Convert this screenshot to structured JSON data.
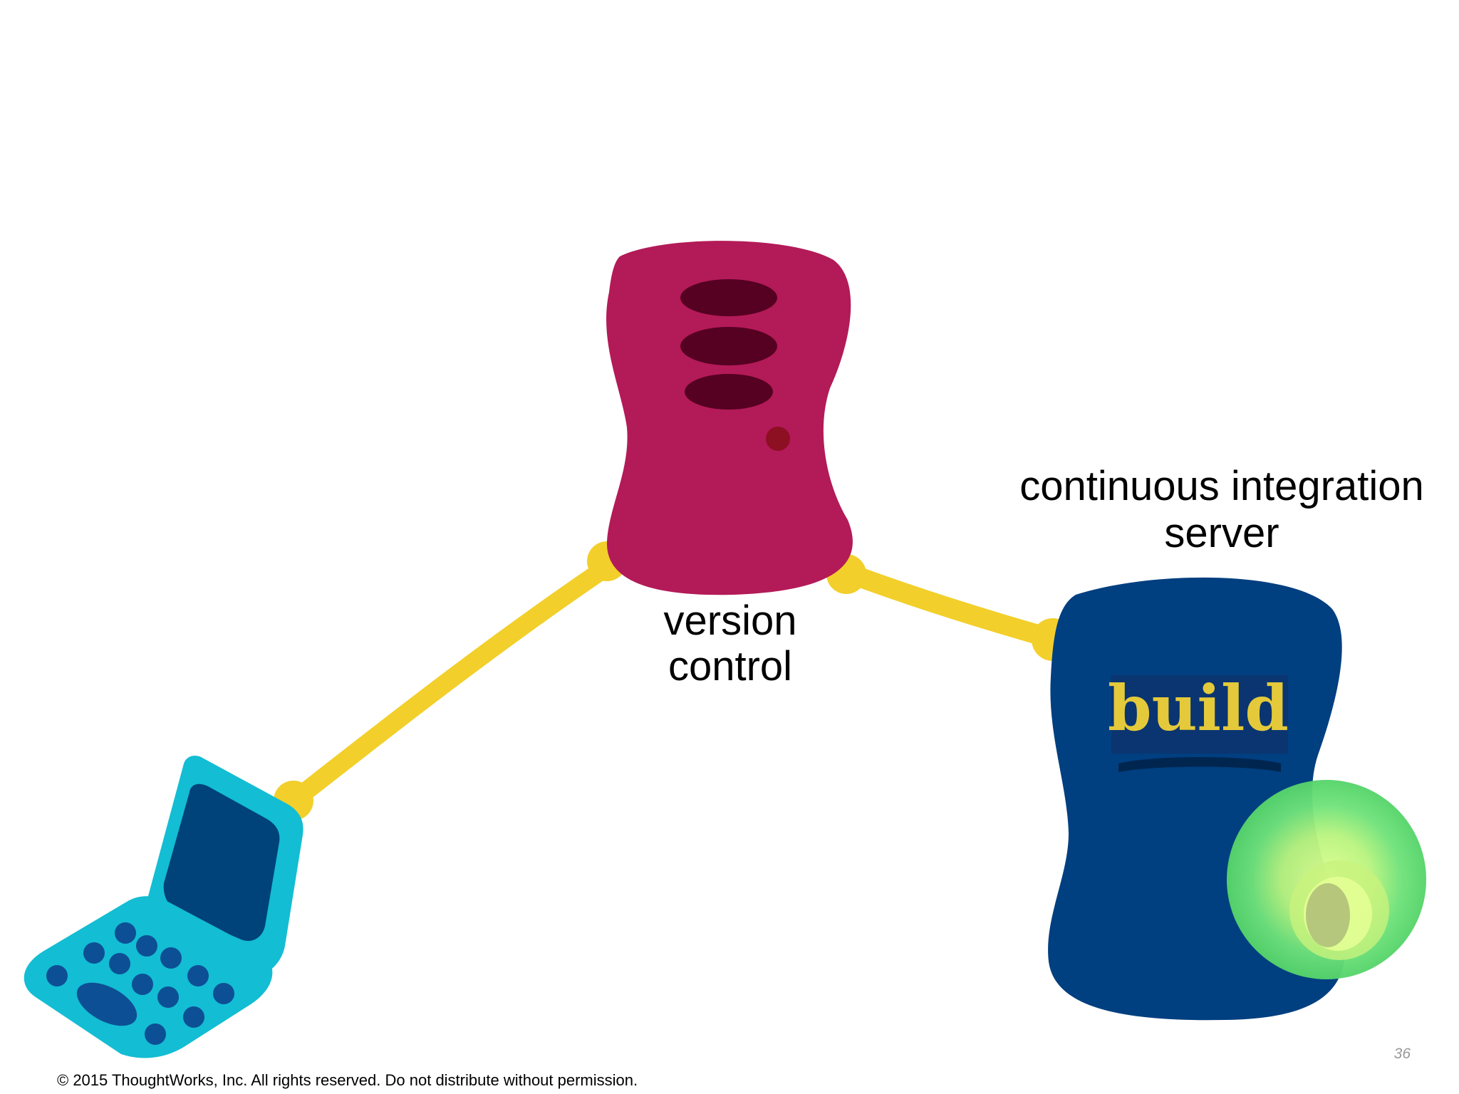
{
  "diagram": {
    "nodes": {
      "version_control": {
        "label_line1": "version",
        "label_line2": "control"
      },
      "ci_server": {
        "label_line1": "continuous integration",
        "label_line2": "server",
        "badge_text": "build"
      },
      "laptop": {}
    },
    "edges": [
      {
        "from": "laptop",
        "to": "version_control"
      },
      {
        "from": "version_control",
        "to": "ci_server"
      }
    ],
    "colors": {
      "connector": "#f2cf2a",
      "version_control": "#b31a58",
      "version_control_slots": "#560022",
      "ci_server": "#003f80",
      "build_text": "#e4c93a",
      "laptop": "#13bdd3",
      "status_light": "#5fd96f"
    }
  },
  "footer": {
    "copyright": "© 2015 ThoughtWorks, Inc. All rights reserved. Do not distribute without permission.",
    "page_number": "36"
  }
}
